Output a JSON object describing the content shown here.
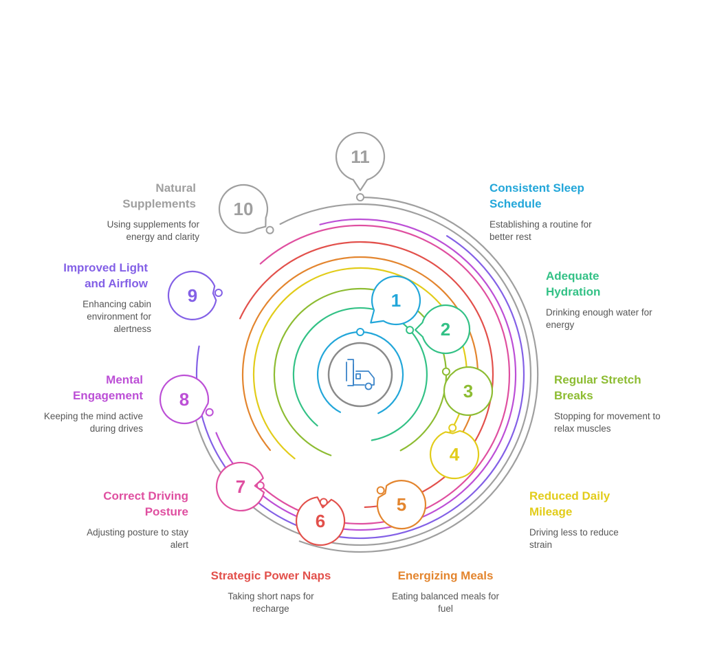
{
  "center_icon": "truck-icon",
  "steps": [
    {
      "num": "1",
      "title": "Consistent Sleep Schedule",
      "desc": "Establishing a routine for better rest",
      "color": "#22a6d9"
    },
    {
      "num": "2",
      "title": "Adequate Hydration",
      "desc": "Drinking enough water for energy",
      "color": "#33c186"
    },
    {
      "num": "3",
      "title": "Regular Stretch Breaks",
      "desc": "Stopping for movement to relax muscles",
      "color": "#8dbc32"
    },
    {
      "num": "4",
      "title": "Reduced Daily Mileage",
      "desc": "Driving less to reduce strain",
      "color": "#e2cc1a"
    },
    {
      "num": "5",
      "title": "Energizing Meals",
      "desc": "Eating balanced meals for fuel",
      "color": "#e3852e"
    },
    {
      "num": "6",
      "title": "Strategic Power Naps",
      "desc": "Taking short naps for recharge",
      "color": "#e2504b"
    },
    {
      "num": "7",
      "title": "Correct Driving Posture",
      "desc": "Adjusting posture to stay alert",
      "color": "#df4fa0"
    },
    {
      "num": "8",
      "title": "Mental Engagement",
      "desc": "Keeping the mind active during drives",
      "color": "#bc4fd6"
    },
    {
      "num": "9",
      "title": "Improved Light and Airflow",
      "desc": "Enhancing cabin environment for alertness",
      "color": "#8360e6"
    },
    {
      "num": "10",
      "title": "Natural Supplements",
      "desc": "Using supplements for energy and clarity",
      "color": "#9f9f9f"
    },
    {
      "num": "11",
      "title": "",
      "desc": "",
      "color": "#9f9f9f"
    }
  ]
}
